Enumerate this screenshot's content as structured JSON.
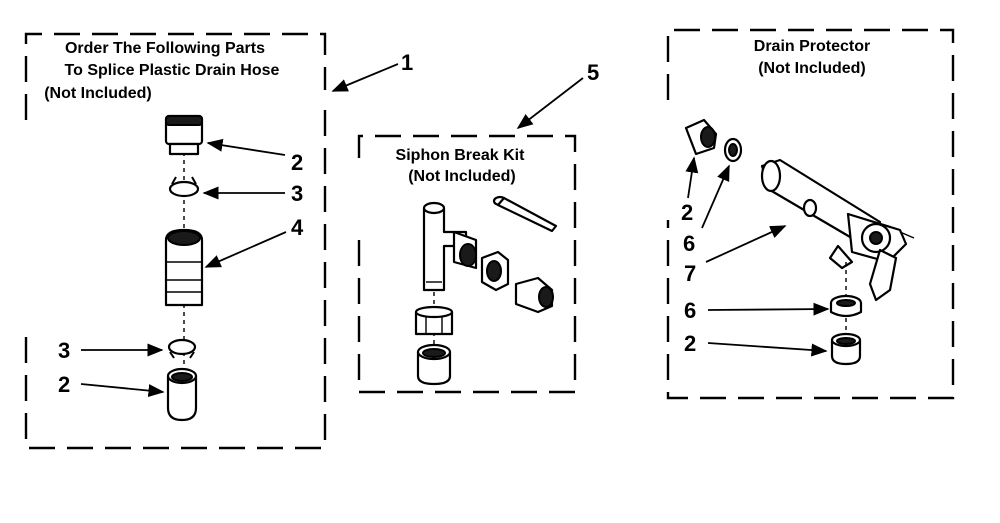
{
  "panels": {
    "splice": {
      "title_lines": [
        "Order The Following Parts",
        "To Splice Plastic Drain Hose",
        "(Not Included)"
      ],
      "callout": "1"
    },
    "siphon": {
      "title_lines": [
        "Siphon Break Kit",
        "(Not Included)"
      ],
      "callout": "5"
    },
    "drain": {
      "title_lines": [
        "Drain Protector",
        "(Not Included)"
      ]
    }
  },
  "callouts": {
    "splice_part_2_top": "2",
    "splice_part_3_top": "3",
    "splice_part_4": "4",
    "splice_part_3_bottom": "3",
    "splice_part_2_bottom": "2",
    "drain_part_2_top": "2",
    "drain_part_6_top": "6",
    "drain_part_7": "7",
    "drain_part_6_bottom": "6",
    "drain_part_2_bottom": "2"
  }
}
